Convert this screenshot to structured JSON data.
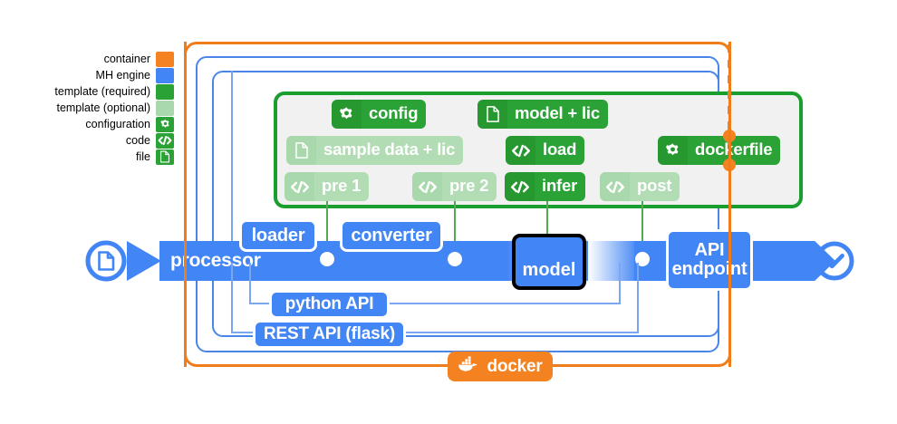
{
  "legend": {
    "items": [
      {
        "label": "container",
        "icon": "color-swatch",
        "color": "#f58220"
      },
      {
        "label": "MH engine",
        "icon": "color-swatch",
        "color": "#4285f4"
      },
      {
        "label": "template (required)",
        "icon": "color-swatch",
        "color": "#2aa235"
      },
      {
        "label": "template (optional)",
        "icon": "color-swatch",
        "color": "#a8d8ab"
      },
      {
        "label": "configuration",
        "icon": "gear-icon",
        "color": "#2aa235"
      },
      {
        "label": "code",
        "icon": "code-icon",
        "color": "#2aa235"
      },
      {
        "label": "file",
        "icon": "file-icon",
        "color": "#2aa235"
      }
    ]
  },
  "template_panel": {
    "chips": [
      {
        "id": "config",
        "label": "config",
        "icon": "gear-icon",
        "kind": "required"
      },
      {
        "id": "model-lic",
        "label": "model + lic",
        "icon": "file-icon",
        "kind": "required"
      },
      {
        "id": "sample-data-lic",
        "label": "sample data + lic",
        "icon": "file-icon",
        "kind": "optional"
      },
      {
        "id": "load",
        "label": "load",
        "icon": "code-icon",
        "kind": "required"
      },
      {
        "id": "dockerfile",
        "label": "dockerfile",
        "icon": "gear-icon",
        "kind": "required"
      },
      {
        "id": "pre-1",
        "label": "pre 1",
        "icon": "code-icon",
        "kind": "optional"
      },
      {
        "id": "pre-2",
        "label": "pre 2",
        "icon": "code-icon",
        "kind": "optional"
      },
      {
        "id": "infer",
        "label": "infer",
        "icon": "code-icon",
        "kind": "required"
      },
      {
        "id": "post",
        "label": "post",
        "icon": "code-icon",
        "kind": "optional"
      }
    ]
  },
  "pipeline": {
    "start_icon": "file-circle-icon",
    "end_icon": "check-circle-icon",
    "label": "processor",
    "stages": [
      {
        "id": "loader",
        "label": "loader"
      },
      {
        "id": "converter",
        "label": "converter"
      },
      {
        "id": "model",
        "label": "model"
      },
      {
        "id": "api-endpoint",
        "label": "API\nendpoint"
      }
    ],
    "apis": [
      {
        "id": "python-api",
        "label": "python API"
      },
      {
        "id": "rest-api",
        "label": "REST API (flask)"
      }
    ]
  },
  "container": {
    "badge_label": "docker",
    "badge_icon": "docker-whale-icon",
    "color": "#f58220"
  },
  "colors": {
    "container": "#f58220",
    "engine": "#4285f4",
    "template_required": "#2aa235",
    "template_optional": "#a8d8ab",
    "panel_bg": "#f1f1f1",
    "connector_green": "#4faa53"
  }
}
